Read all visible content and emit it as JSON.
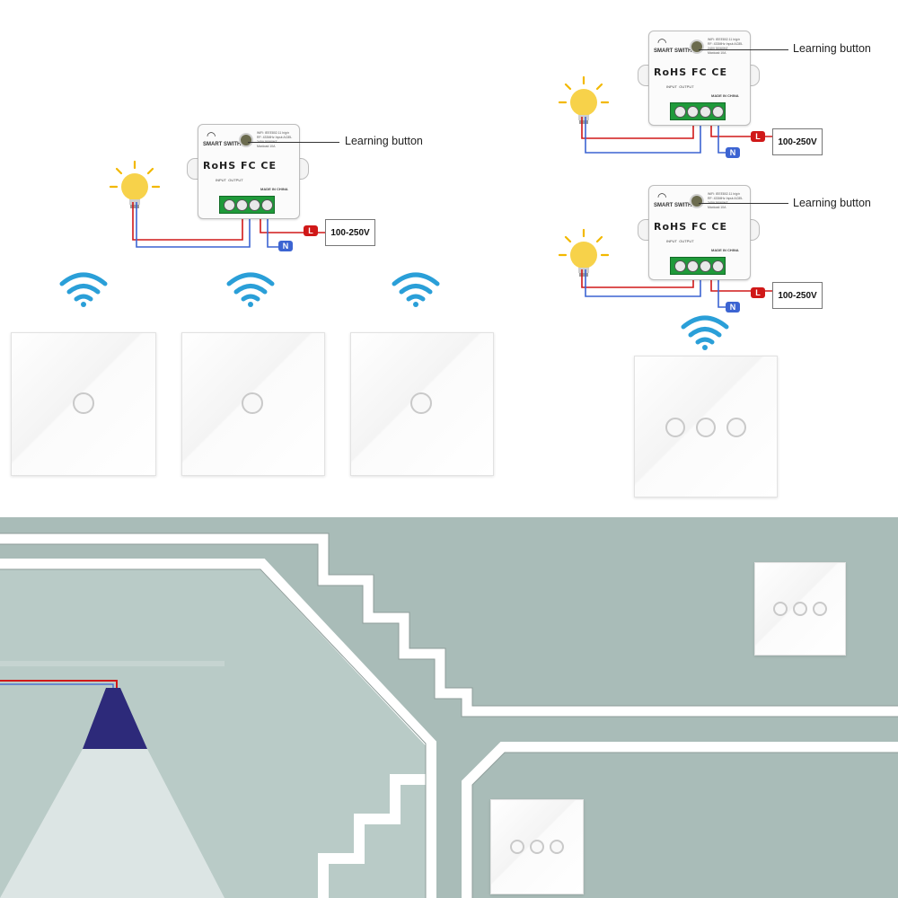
{
  "module_text": {
    "brand": "SMART SWITH",
    "certs": "RoHS FC CE",
    "input_label": "INPUT",
    "output_label": "OUTPUT",
    "made_in": "MADE IN CHINA",
    "spec": "WiFi: IEEE802.11 b/g/n RF: 433MHz Input:AC85-240V 50/60HZ Maxload:10A"
  },
  "diagram_left": {
    "callout": "Learning button",
    "live_tag": "L",
    "neutral_tag": "N",
    "voltage": "100-250V",
    "panel_count": 3,
    "buttons_per_panel": 1
  },
  "diagram_right_top": {
    "callout": "Learning button",
    "live_tag": "L",
    "neutral_tag": "N",
    "voltage": "100-250V"
  },
  "diagram_right_bottom": {
    "callout": "Learning button",
    "live_tag": "L",
    "neutral_tag": "N",
    "voltage": "100-250V",
    "panel_count": 1,
    "buttons_per_panel": 3
  },
  "scene": {
    "wall_color": "#a9bcb8",
    "stair_outline": "#ffffff",
    "lamp_color": "#2d2a7a",
    "wall_panels": 2
  },
  "colors": {
    "wifi": "#2a9fd8",
    "live": "#d01818",
    "neutral": "#3c64d2",
    "terminal": "#1f9a3a"
  }
}
